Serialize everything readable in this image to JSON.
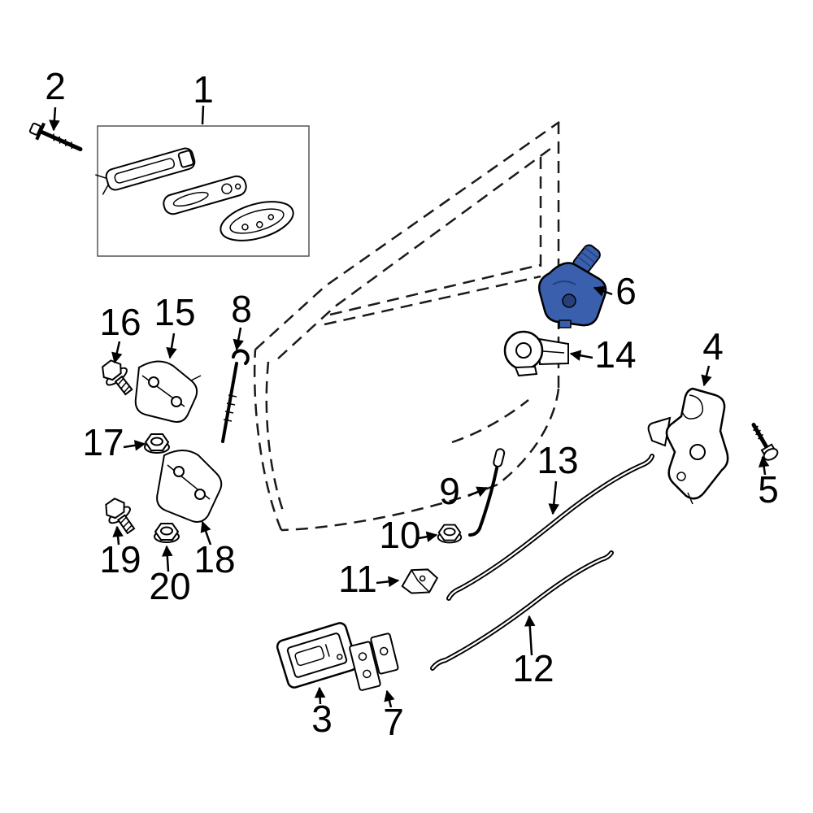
{
  "diagram": {
    "background": "#ffffff",
    "line_color": "#000000",
    "highlight_fill": "#3a5fad",
    "highlight_dark": "#27407c",
    "highlighted_part": "6"
  },
  "labels": {
    "l1": "1",
    "l2": "2",
    "l3": "3",
    "l4": "4",
    "l5": "5",
    "l6": "6",
    "l7": "7",
    "l8": "8",
    "l9": "9",
    "l10": "10",
    "l11": "11",
    "l12": "12",
    "l13": "13",
    "l14": "14",
    "l15": "15",
    "l16": "16",
    "l17": "17",
    "l18": "18",
    "l19": "19",
    "l20": "20"
  }
}
